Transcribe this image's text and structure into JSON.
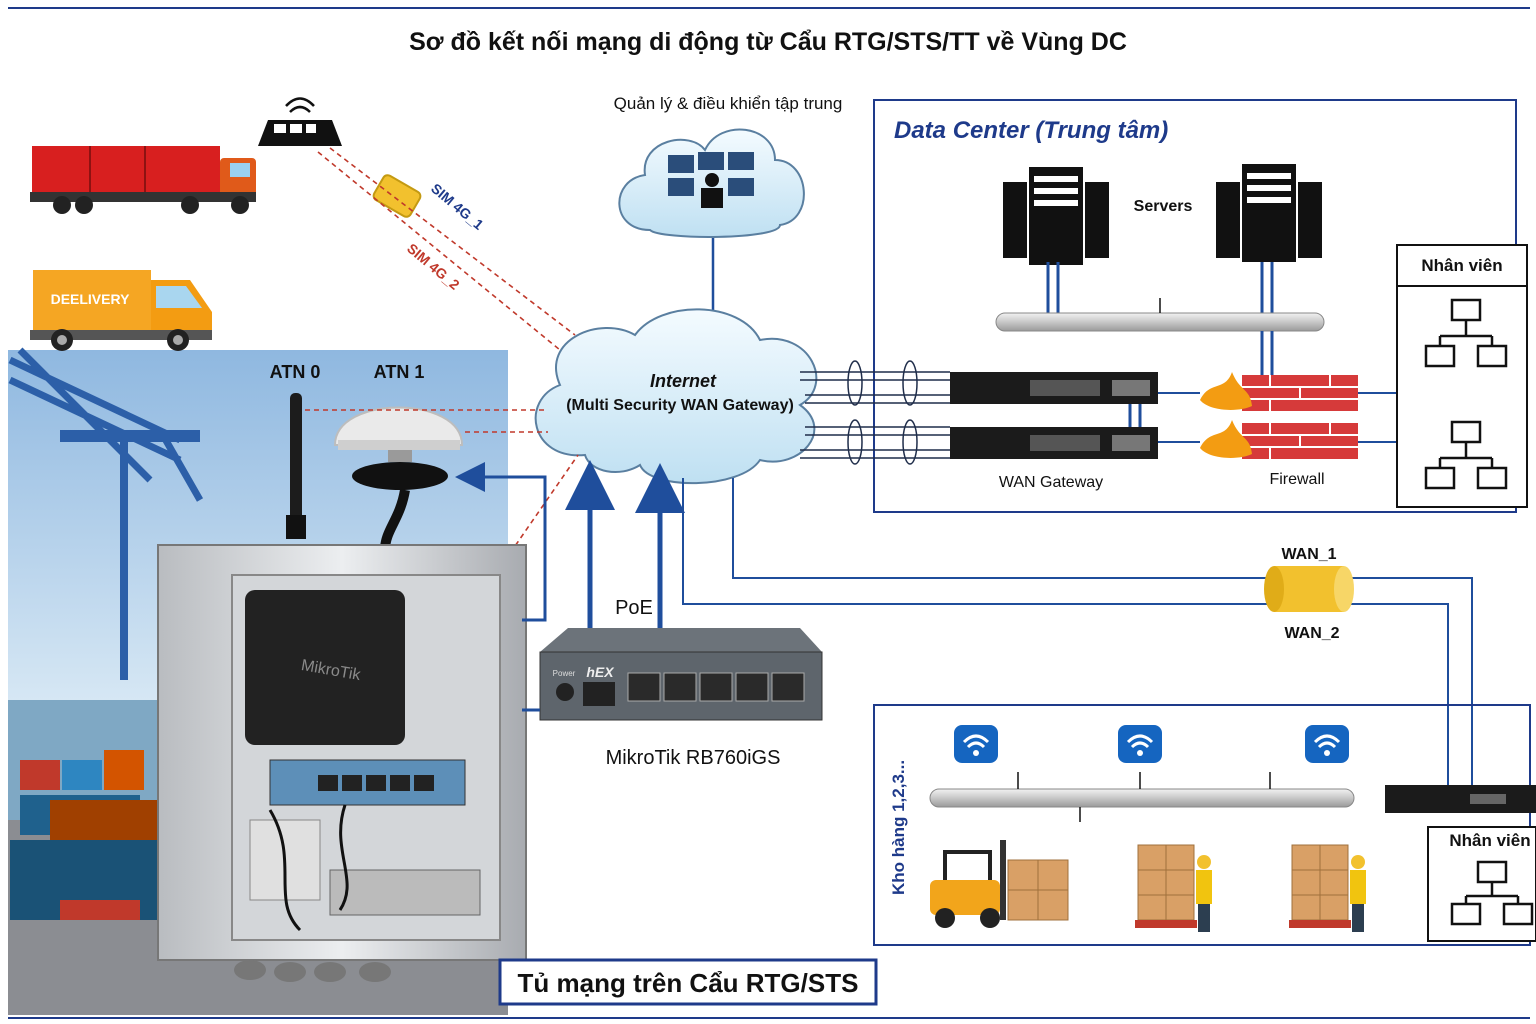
{
  "title": "Sơ đồ kết nối mạng di động từ Cẩu RTG/STS/TT về Vùng DC",
  "central_mgmt": "Quản lý & điều khiển tập trung",
  "internet": {
    "line1": "Internet",
    "line2": "(Multi Security WAN Gateway)"
  },
  "sim1": "SIM 4G_1",
  "sim2": "SIM 4G_2",
  "delivery": "DEELIVERY",
  "atn0": "ATN 0",
  "atn1": "ATN 1",
  "poe": "PoE",
  "router_name": "MikroTik RB760iGS",
  "cabinet_label": "Tủ mạng trên Cẩu RTG/STS",
  "datacenter": {
    "title": "Data Center (Trung tâm)",
    "servers": "Servers",
    "wan_gateway": "WAN Gateway",
    "firewall": "Firewall",
    "staff": "Nhân viên"
  },
  "wan1": "WAN_1",
  "wan2": "WAN_2",
  "warehouse": {
    "label": "Kho hàng 1,2,3...",
    "staff": "Nhân viên"
  },
  "device_text": {
    "mikrotik": "MikroTik",
    "hex": "hEX",
    "power": "Power"
  },
  "colors": {
    "frame": "#1e3a8a",
    "link": "#1f4e9c",
    "sim": "#c0392b",
    "firewall": "#d63a3a",
    "wifi": "#1565c0"
  }
}
